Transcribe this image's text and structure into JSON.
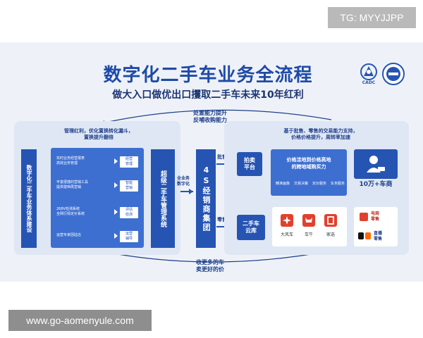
{
  "watermarks": {
    "tg": "TG: MYYJJPP",
    "url": "www.go-aomenyule.com"
  },
  "header": {
    "title": "数字化二手车业务全流程",
    "subtitle": "做大入口做优出口攫取二手车未来10年红利",
    "logo_caption": "CADC"
  },
  "left_panel": {
    "heading_line1": "管理红利，优化置换转化漏斗，",
    "heading_line2": "置换提升翻倍",
    "vertical_label": "数字化二手车业务体系建设",
    "rows": [
      {
        "text_line1": "实时业务经营报表",
        "text_line2": "高效业务管理",
        "tag_line1": "经营",
        "tag_line2": "管理"
      },
      {
        "text_line1": "丰富便捷的营销工具",
        "text_line2": "提供建档再营销",
        "tag_line1": "智能",
        "tag_line2": "营销"
      },
      {
        "text_line1": "268V检测系统",
        "text_line2": "全网行情定价系统",
        "tag_line1": "评估",
        "tag_line2": "检测"
      },
      {
        "text_line1": "运营专家团驻店",
        "text_line2": "",
        "tag_line1": "运营",
        "tag_line2": "辅导"
      }
    ],
    "system_column": "超级二手车管理系统",
    "digital_label_line1": "全业务",
    "digital_label_line2": "数字化"
  },
  "center": {
    "top_arc_line1": "处置能力提升",
    "top_arc_line2": "反哺收购能力",
    "dealer_column": "4S经销商集团",
    "wholesale_label": "批售",
    "retail_label": "零售",
    "bottom_arc_line1": "收更多的车",
    "bottom_arc_line2": "卖更好的价"
  },
  "right_panel": {
    "heading_line1": "基于批售、零售的交易能力支持，",
    "heading_line2": "价格价格提升，周转率加速",
    "auction_box_line1": "拍卖",
    "auction_box_line2": "平台",
    "price_line1": "价格洼地到价格高地",
    "price_line2": "的跨地域购买力",
    "services": [
      "精准画像",
      "交易决策",
      "定价服务",
      "车务服务"
    ],
    "dealers_label": "10万+车商",
    "cloud_box_line1": "二手车",
    "cloud_box_line2": "云库",
    "apps": [
      "大风车",
      "车牛",
      "家选"
    ],
    "ecom_label_line1": "电商",
    "ecom_label_line2": "零售",
    "live_label_line1": "直播",
    "live_label_line2": "零售"
  },
  "colors": {
    "brand_blue": "#1f4aa8",
    "dark_blue": "#2554b3",
    "mid_blue": "#3d6fd1",
    "red_app": "#e2402d",
    "band": "#eef2f8"
  }
}
